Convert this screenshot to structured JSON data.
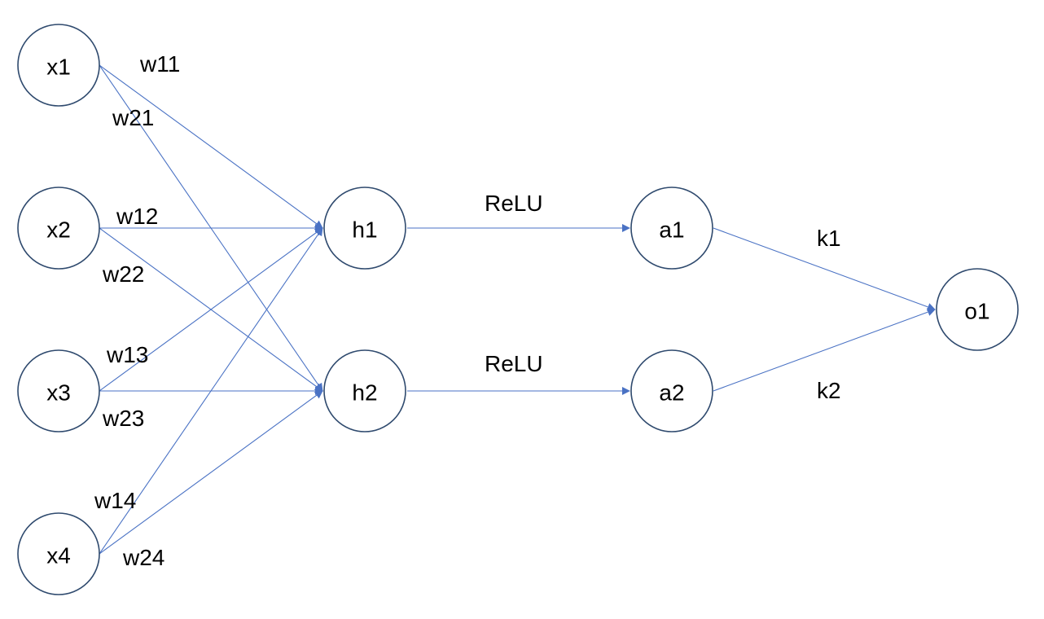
{
  "colors": {
    "edge": "#4a72c4",
    "node_stroke": "#2f4a6e",
    "text": "#000000"
  },
  "nodes": [
    {
      "id": "x1",
      "label": "x1"
    },
    {
      "id": "x2",
      "label": "x2"
    },
    {
      "id": "x3",
      "label": "x3"
    },
    {
      "id": "x4",
      "label": "x4"
    },
    {
      "id": "h1",
      "label": "h1"
    },
    {
      "id": "h2",
      "label": "h2"
    },
    {
      "id": "a1",
      "label": "a1"
    },
    {
      "id": "a2",
      "label": "a2"
    },
    {
      "id": "o1",
      "label": "o1"
    }
  ],
  "edges": [
    {
      "from": "x1",
      "to": "h1",
      "label": "w11"
    },
    {
      "from": "x1",
      "to": "h2",
      "label": "w21"
    },
    {
      "from": "x2",
      "to": "h1",
      "label": "w12"
    },
    {
      "from": "x2",
      "to": "h2",
      "label": "w22"
    },
    {
      "from": "x3",
      "to": "h1",
      "label": "w13"
    },
    {
      "from": "x3",
      "to": "h2",
      "label": "w23"
    },
    {
      "from": "x4",
      "to": "h1",
      "label": "w14"
    },
    {
      "from": "x4",
      "to": "h2",
      "label": "w24"
    },
    {
      "from": "h1",
      "to": "a1",
      "label": "ReLU"
    },
    {
      "from": "h2",
      "to": "a2",
      "label": "ReLU"
    },
    {
      "from": "a1",
      "to": "o1",
      "label": "k1"
    },
    {
      "from": "a2",
      "to": "o1",
      "label": "k2"
    }
  ]
}
